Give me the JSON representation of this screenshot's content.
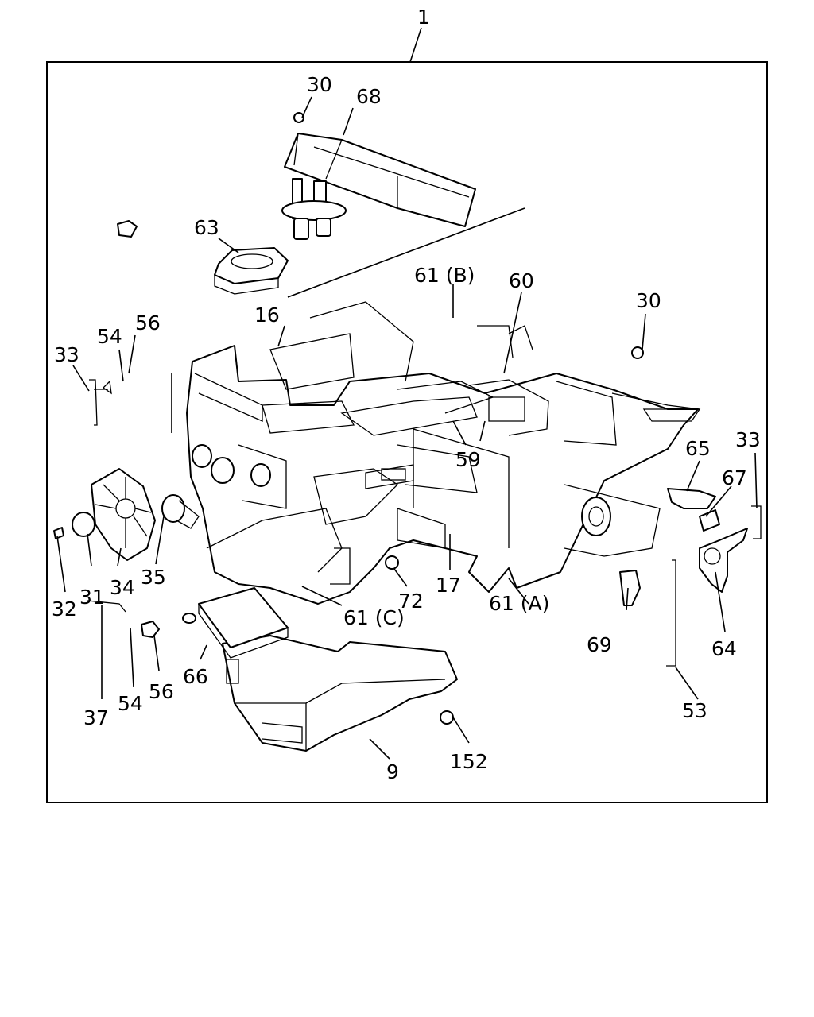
{
  "diagram": {
    "assembly_label": "1",
    "callouts": [
      {
        "id": "c1",
        "text": "1"
      },
      {
        "id": "c30a",
        "text": "30"
      },
      {
        "id": "c68",
        "text": "68"
      },
      {
        "id": "c63",
        "text": "63"
      },
      {
        "id": "c61b",
        "text": "61 (B)"
      },
      {
        "id": "c60",
        "text": "60"
      },
      {
        "id": "c30b",
        "text": "30"
      },
      {
        "id": "c16",
        "text": "16"
      },
      {
        "id": "c54a",
        "text": "54"
      },
      {
        "id": "c56a",
        "text": "56"
      },
      {
        "id": "c33a",
        "text": "33"
      },
      {
        "id": "c33b",
        "text": "33"
      },
      {
        "id": "c65",
        "text": "65"
      },
      {
        "id": "c67",
        "text": "67"
      },
      {
        "id": "c59",
        "text": "59"
      },
      {
        "id": "c35",
        "text": "35"
      },
      {
        "id": "c32",
        "text": "32"
      },
      {
        "id": "c31",
        "text": "31"
      },
      {
        "id": "c34",
        "text": "34"
      },
      {
        "id": "c72",
        "text": "72"
      },
      {
        "id": "c17",
        "text": "17"
      },
      {
        "id": "c61c",
        "text": "61 (C)"
      },
      {
        "id": "c61a",
        "text": "61 (A)"
      },
      {
        "id": "c69",
        "text": "69"
      },
      {
        "id": "c64",
        "text": "64"
      },
      {
        "id": "c66",
        "text": "66"
      },
      {
        "id": "c56b",
        "text": "56"
      },
      {
        "id": "c54b",
        "text": "54"
      },
      {
        "id": "c37",
        "text": "37"
      },
      {
        "id": "c53",
        "text": "53"
      },
      {
        "id": "c152",
        "text": "152"
      },
      {
        "id": "c9",
        "text": "9"
      }
    ]
  }
}
